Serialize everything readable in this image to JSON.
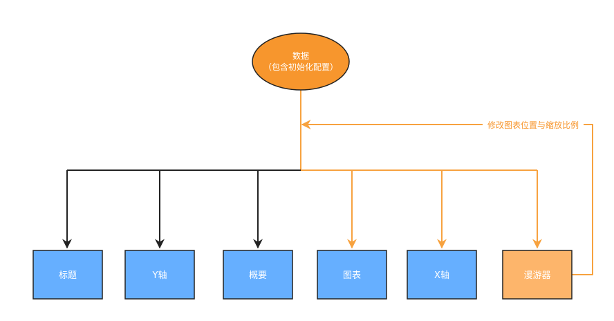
{
  "colors": {
    "orange": "#F7962D",
    "orange_light": "#FDB56B",
    "blue": "#66AFFF",
    "dark": "#222222",
    "line_orange": "#F7A23F"
  },
  "root": {
    "line1": "数据",
    "line2": "（包含初始化配置）"
  },
  "feedback": {
    "label": "修改图表位置与缩放比例"
  },
  "nodes": [
    {
      "label": "标题",
      "style": "blue",
      "edge": "dark"
    },
    {
      "label": "Y轴",
      "style": "blue",
      "edge": "dark"
    },
    {
      "label": "概要",
      "style": "blue",
      "edge": "dark"
    },
    {
      "label": "图表",
      "style": "blue",
      "edge": "orange"
    },
    {
      "label": "X轴",
      "style": "blue",
      "edge": "orange"
    },
    {
      "label": "漫游器",
      "style": "orange",
      "edge": "orange"
    }
  ]
}
